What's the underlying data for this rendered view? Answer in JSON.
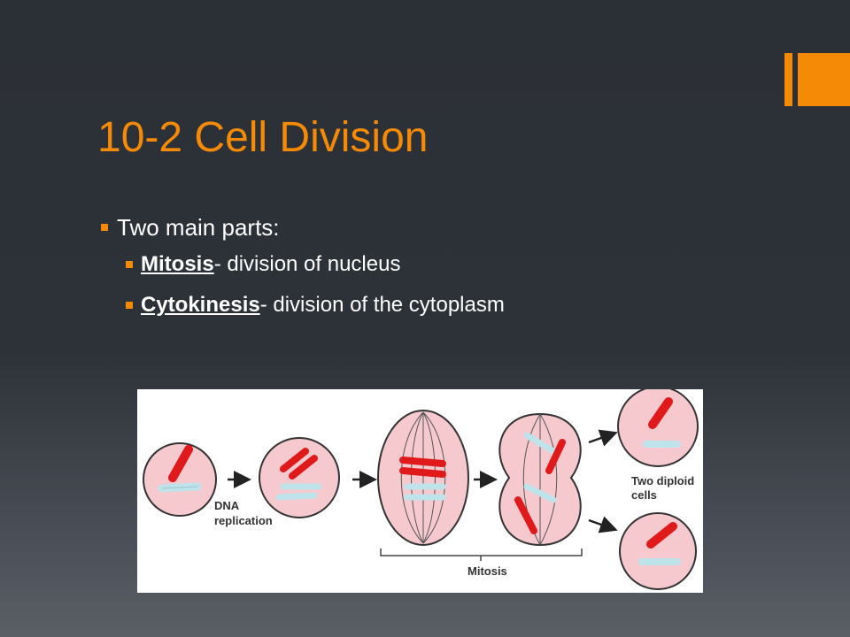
{
  "slide": {
    "title": "10-2 Cell Division",
    "bullets": {
      "main": "Two main parts:",
      "items": [
        {
          "term": "Mitosis",
          "rest": "- division of nucleus"
        },
        {
          "term": "Cytokinesis",
          "rest": "- division of the cytoplasm"
        }
      ]
    }
  },
  "diagram": {
    "labels": {
      "dna_replication_line1": "DNA",
      "dna_replication_line2": "replication",
      "two_diploid_line1": "Two diploid",
      "two_diploid_line2": "cells",
      "mitosis": "Mitosis"
    }
  },
  "colors": {
    "accent": "#f58a07",
    "cell_fill": "#f6c9cf",
    "chromosome_red": "#e01a1a",
    "chromosome_blue": "#bfe3ea"
  }
}
